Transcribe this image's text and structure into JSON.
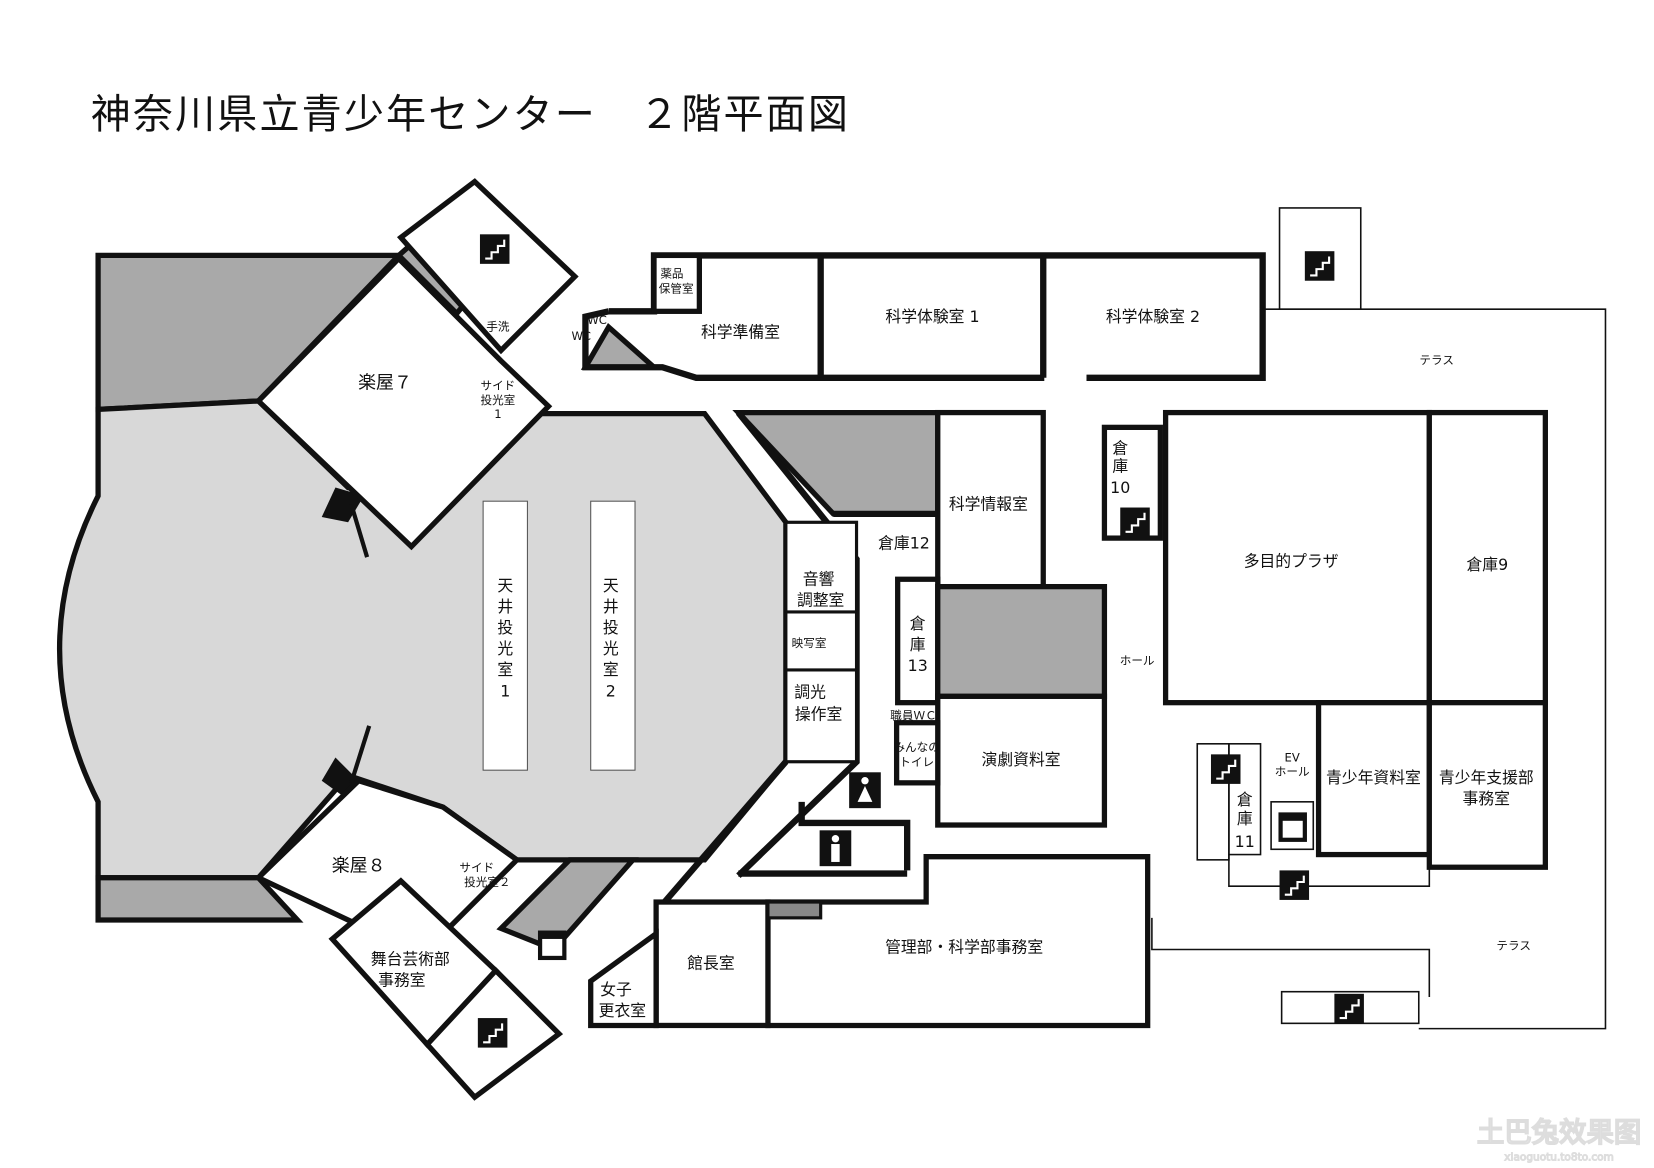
{
  "title": "神奈川県立青少年センター　２階平面図",
  "rooms": {
    "gakuya7": "楽屋７",
    "gakuya8": "楽屋８",
    "tearai": "手洗",
    "wc1": "WC",
    "wc2": "WC",
    "side1": [
      "サイド",
      "投光室",
      "1"
    ],
    "side2": [
      "サイド",
      "投光室２"
    ],
    "yakuhin": [
      "薬品",
      "保管室"
    ],
    "junbi": "科学準備室",
    "taiken1": "科学体験室 1",
    "taiken2": "科学体験室 2",
    "joho": "科学情報室",
    "souko12": "倉庫12",
    "souko13": [
      "倉",
      "庫",
      "13"
    ],
    "onkyo": [
      "音響",
      "調整室"
    ],
    "eisha": "映写室",
    "choko": [
      "調光",
      "操作室"
    ],
    "tenjo1": [
      "天",
      "井",
      "投",
      "光",
      "室",
      "1"
    ],
    "tenjo2": [
      "天",
      "井",
      "投",
      "光",
      "室",
      "2"
    ],
    "shokuin_wc": "職員ＷＣ",
    "minna": [
      "みんなの",
      "トイレ"
    ],
    "engeki": "演劇資料室",
    "souko10": [
      "倉",
      "庫",
      "10"
    ],
    "plaza": "多目的プラザ",
    "souko9": "倉庫9",
    "hall": "ホール",
    "ev": [
      "EV",
      "ホール"
    ],
    "souko11": [
      "倉",
      "庫",
      "11"
    ],
    "seishonen_shiryo": "青少年資料室",
    "shien": [
      "青少年支援部",
      "事務室"
    ],
    "kanri": "管理部・科学部事務室",
    "kancho": "館長室",
    "joshi": [
      "女子",
      "更衣室"
    ],
    "butai": [
      "舞台芸術部",
      "事務室"
    ],
    "terrace_upper": "テラス",
    "terrace_lower": "テラス"
  },
  "icons": [
    "stairs-icon",
    "female-restroom-icon",
    "male-restroom-icon",
    "elevator-icon"
  ],
  "watermark": {
    "text": "土巴兔效果图",
    "url": "xiaoguotu.to8to.com"
  },
  "colors": {
    "wall": "#111111",
    "dark_area": "#a9a9a9",
    "light_area": "#d8d8d8"
  }
}
